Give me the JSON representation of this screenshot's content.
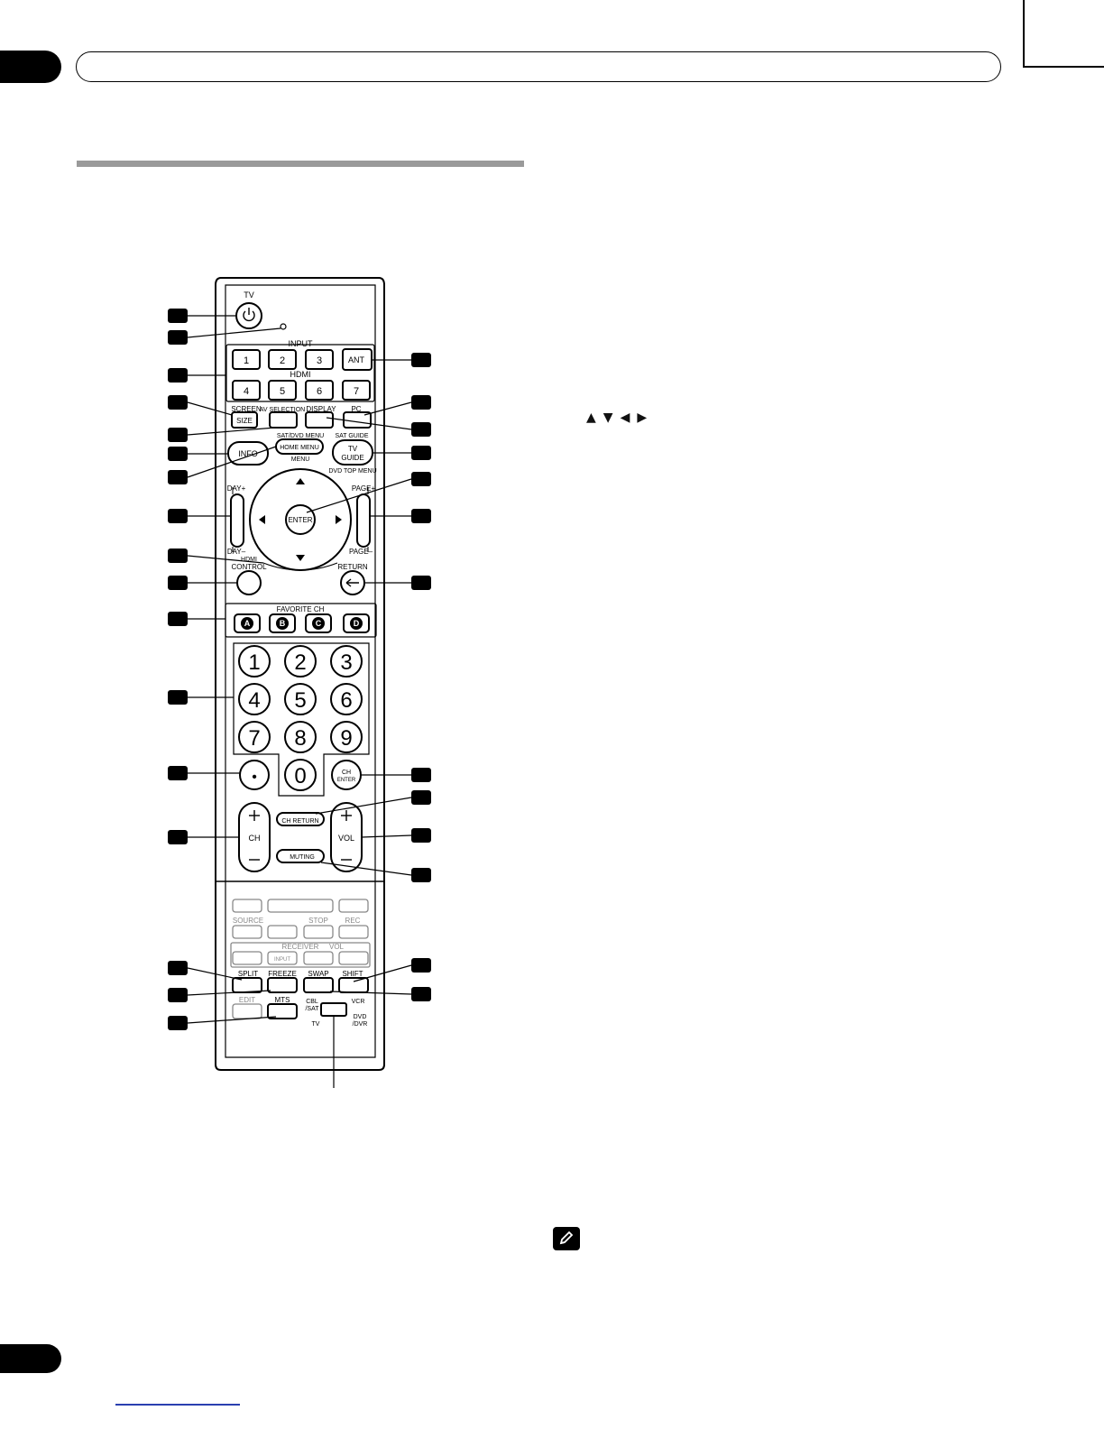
{
  "remote": {
    "labels": {
      "tv": "TV",
      "input": "INPUT",
      "hdmi": "HDMI",
      "ant": "ANT",
      "screen": "SCREEN",
      "size": "SIZE",
      "av_selection": "AV SELECTION",
      "display": "DISPLAY",
      "pc": "PC",
      "sat_dvd_menu": "SAT/DVD MENU",
      "sat_guide": "SAT GUIDE",
      "info": "INFO",
      "home_menu": "HOME MENU",
      "tv_guide_1": "TV",
      "tv_guide_2": "GUIDE",
      "menu": "MENU",
      "dvd_top_menu": "DVD TOP MENU",
      "day_plus": "DAY+",
      "day_minus": "DAY–",
      "page_plus": "PAGE+",
      "page_minus": "PAGE–",
      "enter": "ENTER",
      "hdmi_control_1": "HDMI",
      "hdmi_control_2": "CONTROL",
      "return": "RETURN",
      "favorite_ch": "FAVORITE CH",
      "ch_enter_1": "CH",
      "ch_enter_2": "ENTER",
      "ch_return": "CH RETURN",
      "ch": "CH",
      "vol": "VOL",
      "muting": "MUTING",
      "source": "SOURCE",
      "stop": "STOP",
      "rec": "REC",
      "receiver": "RECEIVER",
      "receiver_input": "INPUT",
      "receiver_vol": "VOL",
      "split": "SPLIT",
      "freeze": "FREEZE",
      "swap": "SWAP",
      "shift": "SHIFT",
      "edit": "EDIT",
      "mts": "MTS",
      "cbl_sat_1": "CBL",
      "cbl_sat_2": "/SAT",
      "vcr": "VCR",
      "tv_mode": "TV",
      "dvd_dvr_1": "DVD",
      "dvd_dvr_2": "/DVR"
    },
    "input_keys": [
      "1",
      "2",
      "3"
    ],
    "hdmi_keys": [
      "4",
      "5",
      "6",
      "7"
    ],
    "favorite_keys": [
      "A",
      "B",
      "C",
      "D"
    ],
    "number_keys": [
      "1",
      "2",
      "3",
      "4",
      "5",
      "6",
      "7",
      "8",
      "9"
    ],
    "zero_key": "0",
    "dot_key": "•"
  },
  "body": {
    "arrow_keys": [
      "▲",
      "▼",
      "◀",
      "▶"
    ]
  },
  "colors": {
    "header_black": "#000000",
    "section_bar": "#9a9a9a",
    "footer_link": "#2a3fb0"
  }
}
